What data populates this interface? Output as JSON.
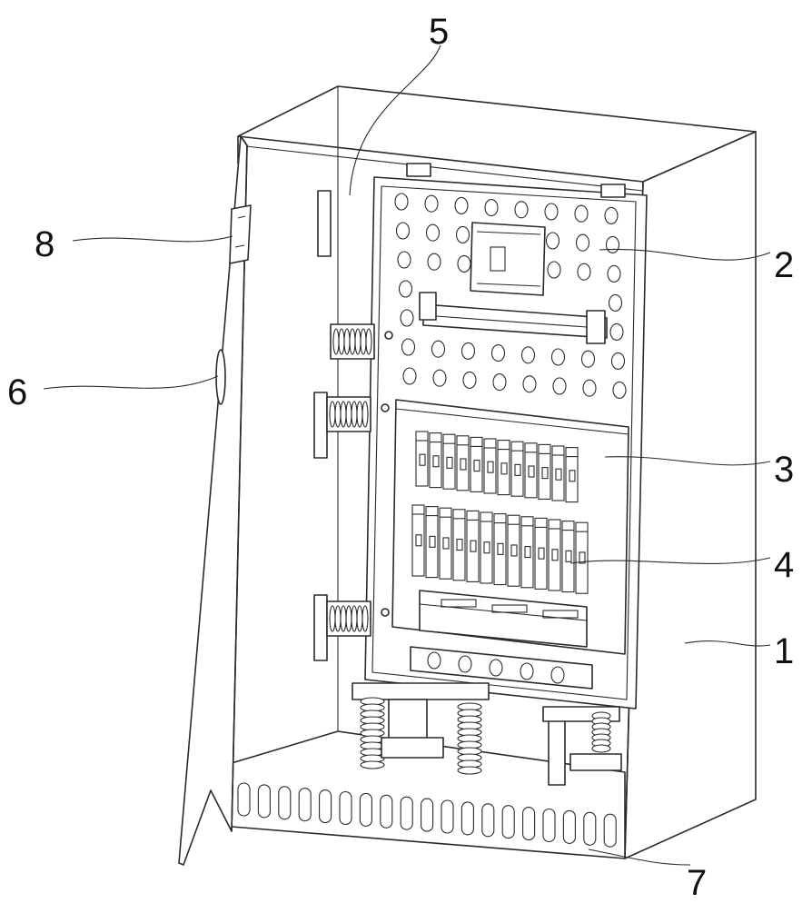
{
  "figure": {
    "type": "patent-style line drawing of an electrical distribution cabinet with open door",
    "callouts": [
      {
        "id": "cabinet-body",
        "label": "1"
      },
      {
        "id": "perforated-mounting-plate",
        "label": "2"
      },
      {
        "id": "upper-breaker-row",
        "label": "3"
      },
      {
        "id": "lower-breaker-row",
        "label": "4"
      },
      {
        "id": "spring-damper",
        "label": "5"
      },
      {
        "id": "door-window",
        "label": "6"
      },
      {
        "id": "bottom-vent-slots",
        "label": "7"
      },
      {
        "id": "door-latch",
        "label": "8"
      }
    ]
  },
  "colors": {
    "line": "#2a2a2a",
    "background": "#ffffff",
    "label": "#111111"
  }
}
